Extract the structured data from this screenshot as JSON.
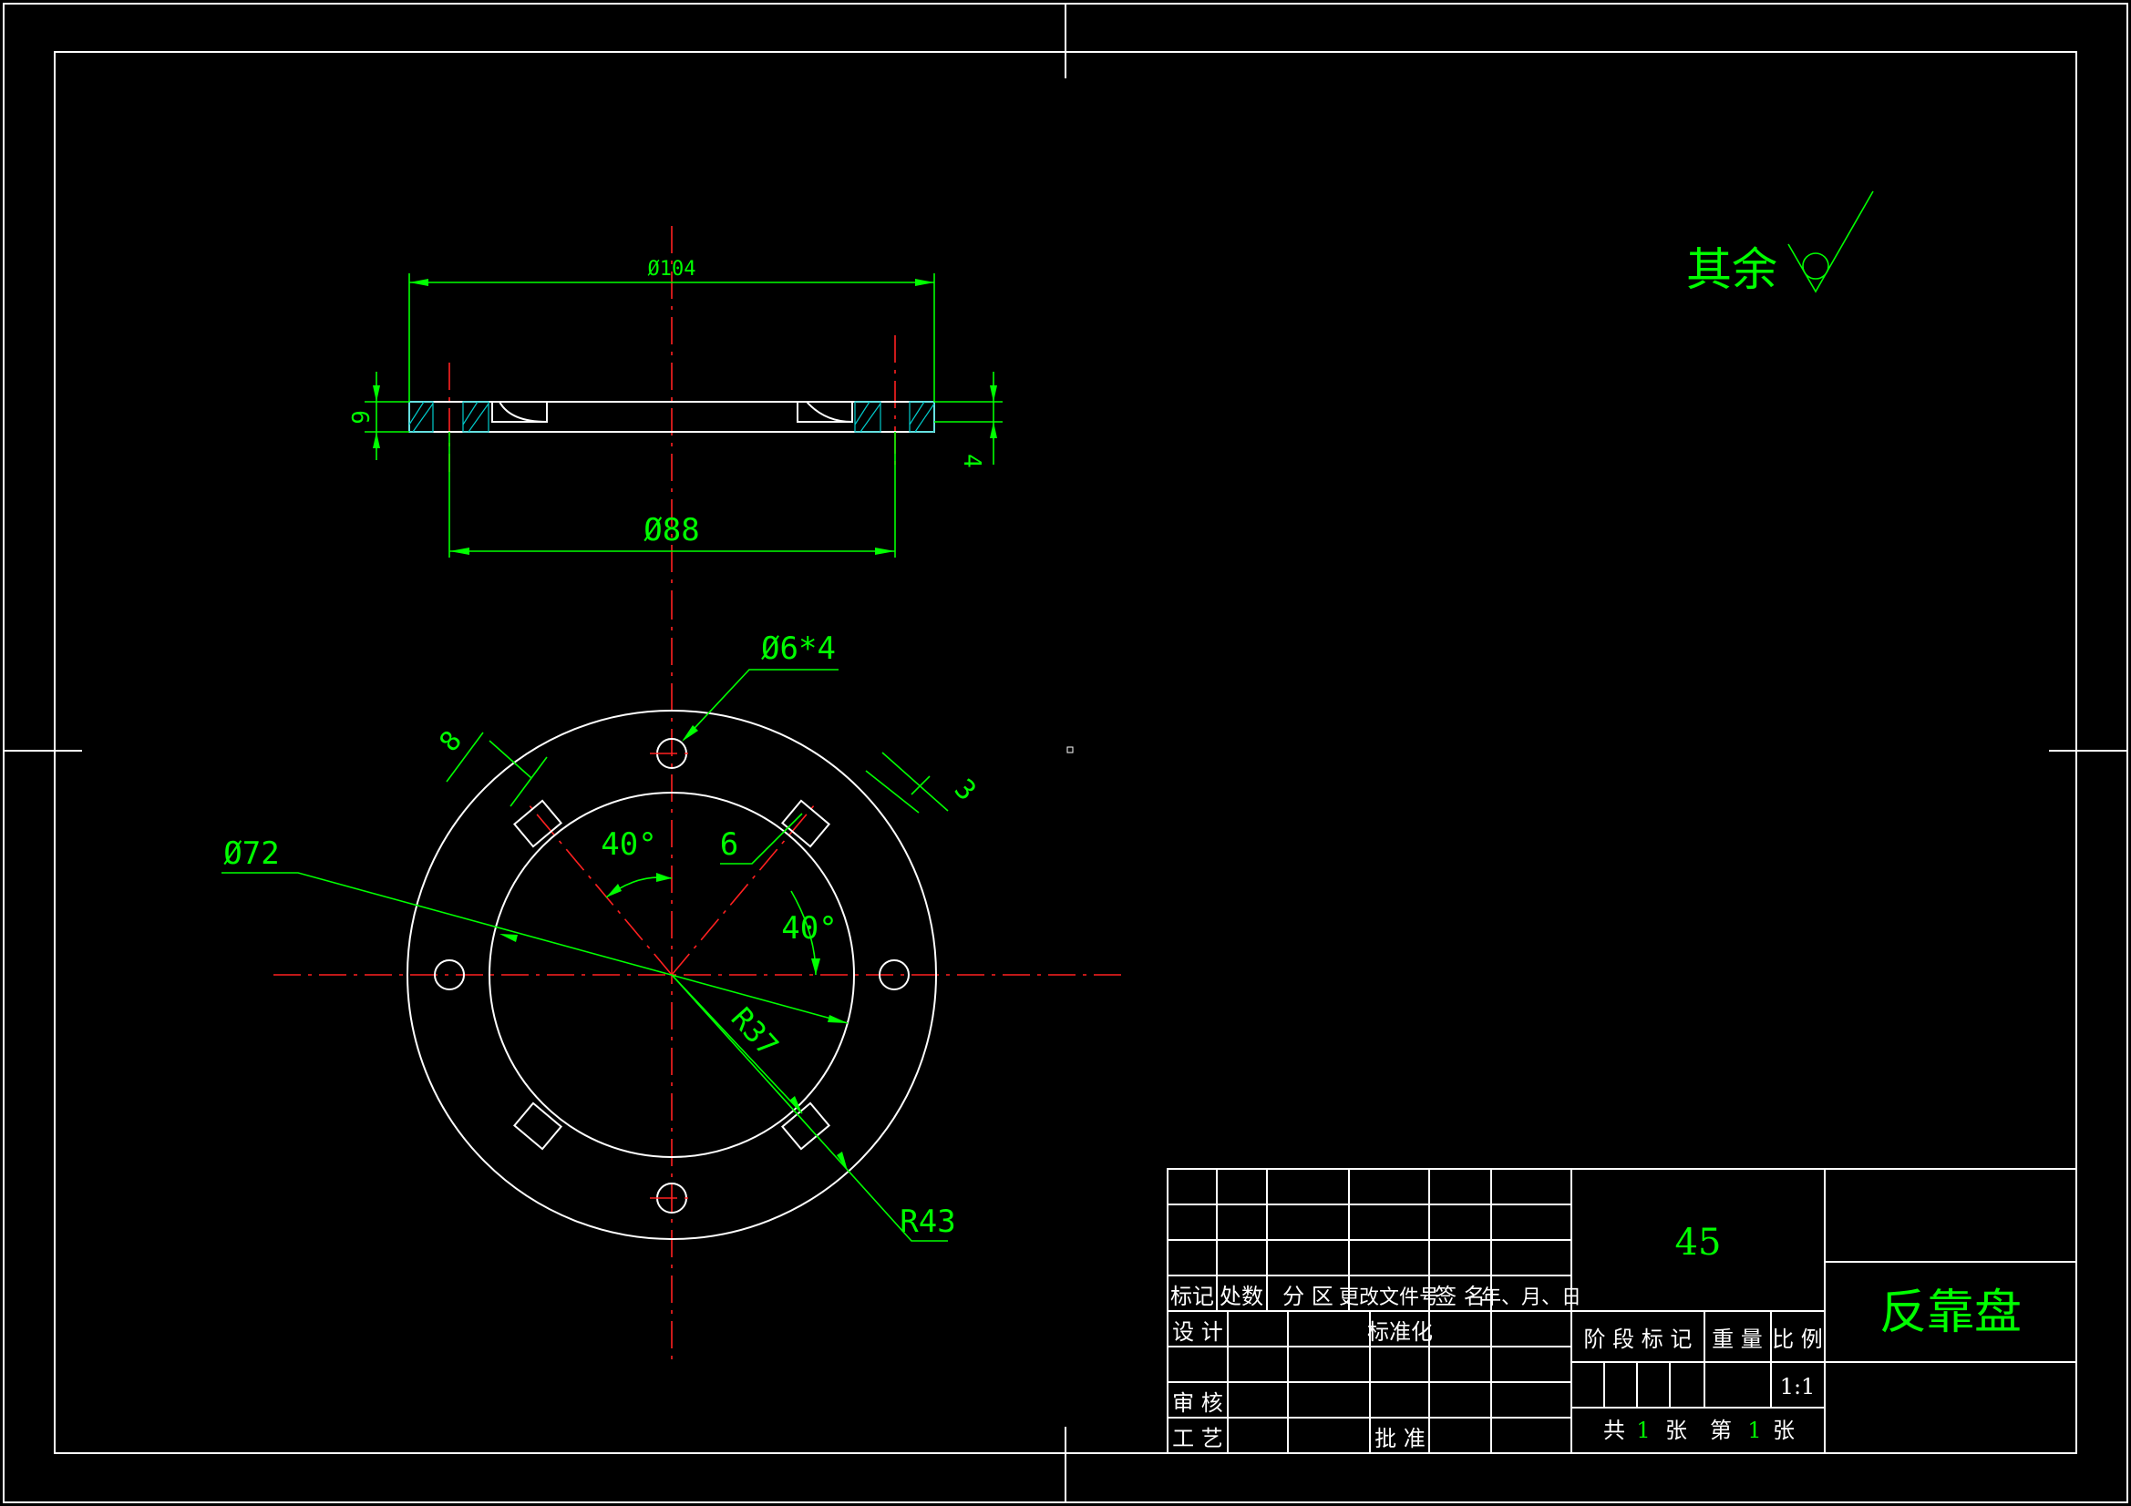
{
  "colors": {
    "background": "#000000",
    "outline": "#ffffff",
    "dimension": "#00ff00",
    "centerline": "#ff2020",
    "hatch": "#00cccc",
    "titleblock_text": "#ffffff",
    "titleblock_value": "#00ff00"
  },
  "surface_finish": {
    "label": "其余",
    "symbol": "surface-roughness-check-icon"
  },
  "side_view": {
    "dim_outer": "Ø104",
    "dim_inner": "Ø88",
    "dim_thickness": "6",
    "dim_recess": "4"
  },
  "top_view": {
    "dim_holes": "Ø6*4",
    "dim_slot_width": "8",
    "dim_slot_depth": "3",
    "dim_slot_len": "6",
    "dim_angle_left": "40°",
    "dim_angle_right": "40°",
    "dim_diameter": "Ø72",
    "dim_r_inner": "R37",
    "dim_r_outer": "R43"
  },
  "title_block": {
    "material": "45",
    "part_name": "反靠盘",
    "header": [
      "标记",
      "处数",
      "分 区",
      "更改文件号",
      "签 名",
      "年、月、日"
    ],
    "design": "设 计",
    "standardize": "标准化",
    "review": "审 核",
    "process": "工 艺",
    "approve": "批 准",
    "stage_mark": "阶 段 标 记",
    "weight": "重 量",
    "scale_label": "比 例",
    "scale_value": "1:1",
    "sheet_prefix": "共",
    "sheet_total": "1",
    "sheet_mid": "张",
    "sheet_label": "第",
    "sheet_no": "1",
    "sheet_suffix": "张"
  }
}
